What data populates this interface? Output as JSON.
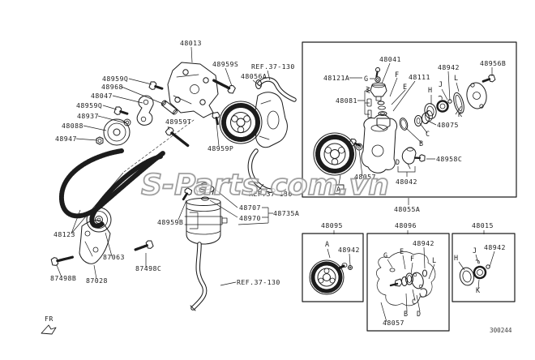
{
  "colors": {
    "line": "#1c1c1c",
    "watermark_stroke": "#8f8f8f",
    "background": "#ffffff"
  },
  "watermark": {
    "text": "S-Parts.com.vn"
  },
  "drawing_code": "300244",
  "direction_label": "FR",
  "ref_label": "REF.37-130",
  "parts": {
    "p48013": "48013",
    "p48959S": "48959S",
    "p48056A": "48056A",
    "p48959Q": "48959Q",
    "p48968": "48968",
    "p48047": "48047",
    "p48937": "48937",
    "p48088": "48088",
    "p48947": "48947",
    "p48959T": "48959T",
    "p48959P": "48959P",
    "p48123": "48123",
    "p87063": "87063",
    "p87498B": "87498B",
    "p87028": "87028",
    "p87498C": "87498C",
    "p48959B": "48959B",
    "p48707": "48707",
    "p48970": "48970",
    "p48735A": "48735A",
    "p48041": "48041",
    "p48121A": "48121A",
    "p48111": "48111",
    "p48942": "48942",
    "p48956B": "48956B",
    "p48081": "48081",
    "p48075": "48075",
    "p48958C": "48958C",
    "p48042": "48042",
    "p48057": "48057",
    "p48055A": "48055A",
    "p48095": "48095",
    "p48096": "48096",
    "p48015": "48015"
  },
  "letters": {
    "A": "A",
    "B": "B",
    "C": "C",
    "D": "D",
    "E": "E",
    "F": "F",
    "G": "G",
    "H": "H",
    "J": "J",
    "K": "K",
    "L": "L"
  }
}
